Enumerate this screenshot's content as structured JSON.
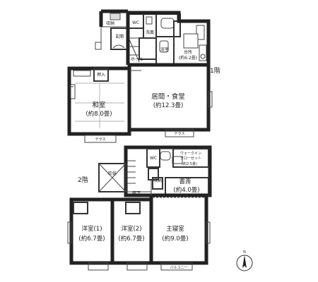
{
  "floor_labels": {
    "first": "1階",
    "second": "2階"
  },
  "first_floor": {
    "japanese_room": {
      "name": "和室",
      "size": "(約8.0畳)"
    },
    "living_dining": {
      "name": "居間・食堂",
      "size": "(約12.3畳)"
    },
    "kitchen": {
      "name": "台所",
      "size": "(約6.2畳)"
    },
    "storage_hall": "収納",
    "entrance": "玄関",
    "hall": "ホール",
    "wc": "WC",
    "washroom": "洗面",
    "bathroom": "浴室",
    "oshiire": "押入",
    "terrace_west": "テラス",
    "terrace_south": "テラス"
  },
  "second_floor": {
    "western_room_1": {
      "name": "洋室(1)",
      "size": "(約6.7畳)"
    },
    "western_room_2": {
      "name": "洋室(2)",
      "size": "(約6.7畳)"
    },
    "master_bedroom": {
      "name": "主寝室",
      "size": "(約9.0畳)"
    },
    "study": {
      "name": "書斎",
      "size": "(約4.0畳)"
    },
    "walk_in_closet": {
      "line1": "ウォークイン",
      "line2": "クローゼット",
      "size": "(約2.5畳)"
    },
    "void": "吹抜",
    "corridor": "廊下",
    "storage": "収納",
    "wc": "WC",
    "balcony": "バルコニー"
  },
  "compass": "N"
}
